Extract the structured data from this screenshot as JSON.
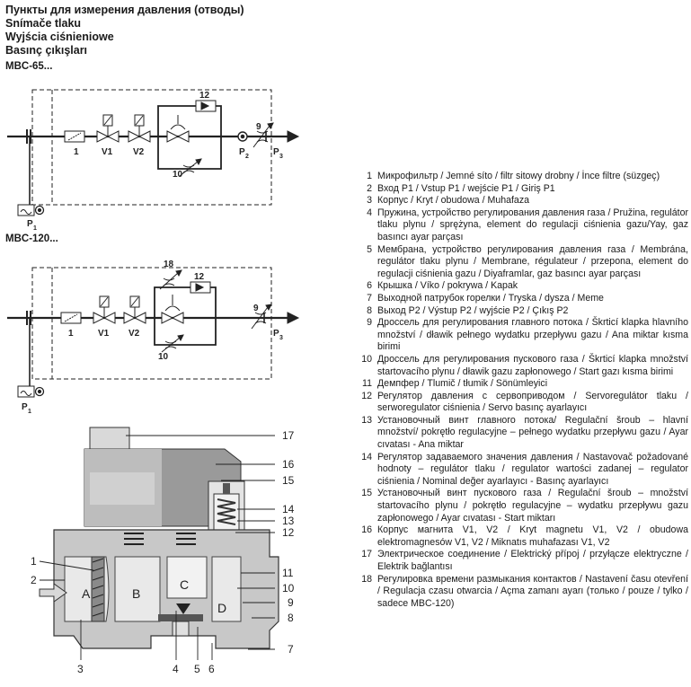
{
  "header": {
    "line1": "Пункты для измерения давления (отводы)",
    "line2": "Snímače tlaku",
    "line3": "Wyjścia ciśnieniowe",
    "line4": "Basınç çıkışları"
  },
  "models": {
    "mbc65": "MBC-65...",
    "mbc120": "MBC-120..."
  },
  "diagram_labels": {
    "n1": "1",
    "v1": "V1",
    "v2": "V2",
    "n9": "9",
    "n10": "10",
    "n12": "12",
    "n18": "18",
    "p": "P",
    "sub1": "1",
    "sub2": "2",
    "sub3": "3"
  },
  "cutaway": {
    "chamber_a": "A",
    "chamber_b": "B",
    "chamber_c": "C",
    "chamber_d": "D",
    "callouts": [
      "1",
      "2",
      "3",
      "4",
      "5",
      "6",
      "7",
      "8",
      "9",
      "10",
      "11",
      "12",
      "13",
      "14",
      "15",
      "16",
      "17"
    ]
  },
  "legend": [
    {
      "n": "1",
      "t": "Микрофильтр / Jemné síto / filtr sitowy drobny / İnce filtre (süzgeç)"
    },
    {
      "n": "2",
      "t": "Вход P1 / Vstup P1 / wejście P1 / Giriş P1"
    },
    {
      "n": "3",
      "t": "Корпус / Kryt / obudowa / Muhafaza"
    },
    {
      "n": "4",
      "t": "Пружина, устройство регулирования давления газа / Pružina, regulátor tlaku plynu / sprężyna, element do regulacji ciśnienia gazu/Yay, gaz basıncı ayar parçası"
    },
    {
      "n": "5",
      "t": "Мембрана, устройство регулирования давления газа / Membrána, regulátor tlaku plynu / Membrane, régulateur / przepona, element do regulacji ciśnienia gazu / Diyaframlar, gaz basıncı ayar parçası"
    },
    {
      "n": "6",
      "t": "Крышка / Víko / pokrywa / Kapak"
    },
    {
      "n": "7",
      "t": "Выходной патрубок горелки / Tryska / dysza / Meme"
    },
    {
      "n": "8",
      "t": "Выход P2 / Výstup P2 / wyjście P2 / Çıkış P2"
    },
    {
      "n": "9",
      "t": "Дроссель для регулирования главного потока / Škrticí klapka hlavního množství / dławik pełnego wydatku przepływu gazu / Ana miktar kısma birimi"
    },
    {
      "n": "10",
      "t": "Дроссель для регулирования пускового газа / Škrticí klapka množství startovacího plynu / dławik gazu zapłonowego / Start gazı kısma birimi"
    },
    {
      "n": "11",
      "t": "Демпфер / Tlumič / tłumik / Sönümleyici"
    },
    {
      "n": "12",
      "t": "Регулятор давления с серво­приводом / Servoregulátor tlaku / serworegulator ciśnienia / Servo basınç ayarlayıcı"
    },
    {
      "n": "13",
      "t": "Установочный винт главного потока/ Regulační šroub – hlavní množství/ pokrętło regulacyjne – pełnego wydatku przepływu gazu / Ayar cıvatası - Ana miktar"
    },
    {
      "n": "14",
      "t": "Регулятор задаваемого значения давления / Nastavovač požadované hodnoty – regulátor tlaku / regulator wartości zadanej – regulator ciśnienia / Nominal değer ayarlayıcı - Basınç ayarlayıcı"
    },
    {
      "n": "15",
      "t": " Установочный винт пускового газа / Regulační šroub – množství startovacího plynu / pokrętło regulacyjne – wydatku przepływu gazu zapłonowego / Ayar cıvatası - Start miktarı"
    },
    {
      "n": "16",
      "t": "Корпус магнита V1, V2 / Kryt magnetu V1, V2 / obudowa elektromagnesów V1, V2 / Miknatıs muhafazası V1, V2"
    },
    {
      "n": "17",
      "t": "Электрическое соединение / Elektrický přípoj / przyłącze elektryczne / Elektrik bağlantısı"
    },
    {
      "n": "18",
      "t": "Регулировка времени размыкания контактов / Nastavení času otevření / Regulacja czasu otwarcia / Açma zamanı ayarı (только / pouze / tylko / sadece MBC-120)"
    }
  ]
}
